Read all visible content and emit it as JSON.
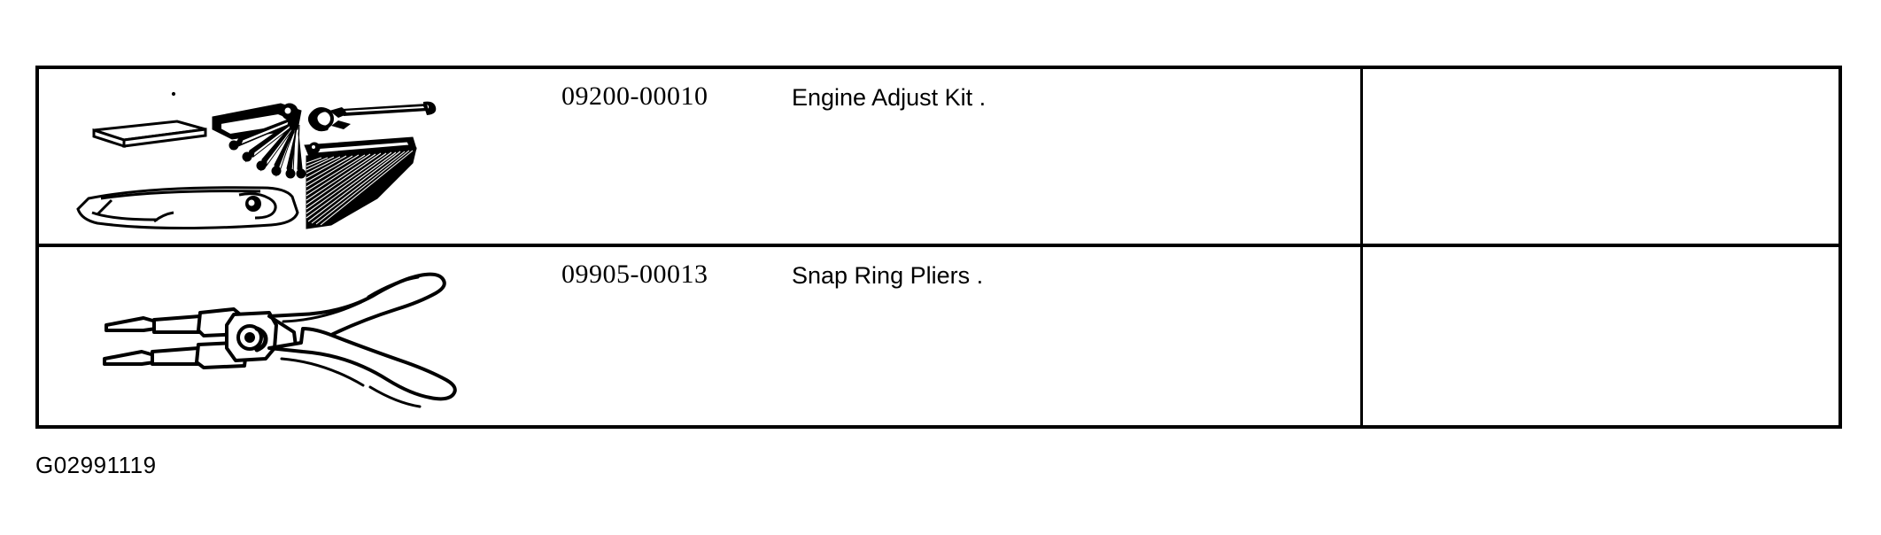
{
  "figure": {
    "caption": "G02991119"
  },
  "table": {
    "columns": [
      "illustration",
      "part_number",
      "description",
      "note"
    ],
    "rows": [
      {
        "illustration": "engine-adjust-kit-illustration",
        "part_number": "09200-00010",
        "description": "Engine Adjust Kit .",
        "note": ""
      },
      {
        "illustration": "snap-ring-pliers-illustration",
        "part_number": "09905-00013",
        "description": "Snap Ring Pliers .",
        "note": ""
      }
    ]
  },
  "colors": {
    "ink": "#000000",
    "paper": "#ffffff"
  }
}
